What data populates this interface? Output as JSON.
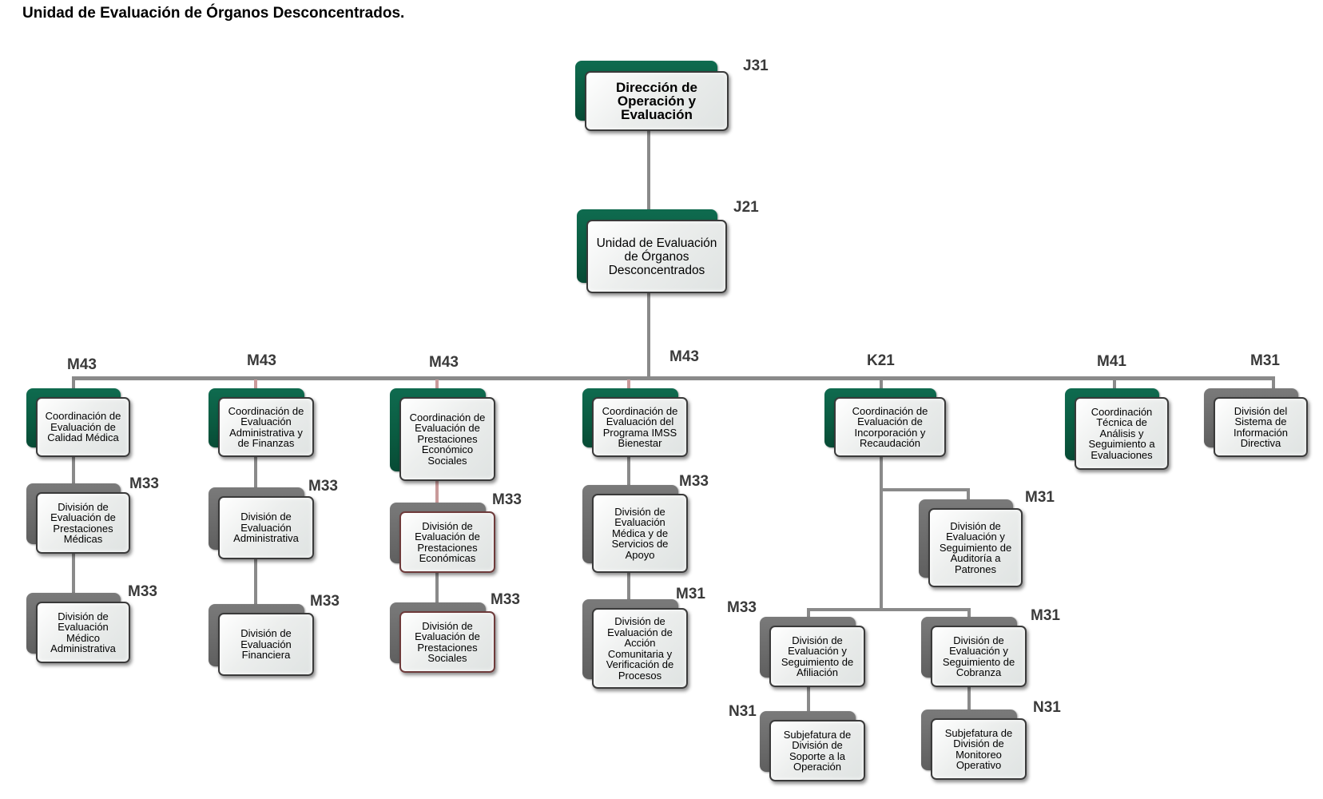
{
  "title": "Unidad de Evaluación de Órganos Desconcentrados.",
  "colors": {
    "green": "#0a5a40",
    "gray": "#6a6a6a",
    "line": "#8a8a8a"
  },
  "nodes": {
    "direccion": {
      "code": "J31",
      "label": "Dirección de Operación y Evaluación"
    },
    "unidad": {
      "code": "J21",
      "label": "Unidad de Evaluación de Órganos Desconcentrados"
    },
    "coord_calidad": {
      "code": "M43",
      "label": "Coordinación de Evaluación de Calidad Médica"
    },
    "div_prest_medicas": {
      "code": "M33",
      "label": "División de Evaluación de Prestaciones Médicas"
    },
    "div_medico_admin": {
      "code": "M33",
      "label": "División de Evaluación Médico Administrativa"
    },
    "coord_admin": {
      "code": "M43",
      "label": "Coordinación de Evaluación Administrativa y de Finanzas"
    },
    "div_admin": {
      "code": "M33",
      "label": "División de Evaluación Administrativa"
    },
    "div_financiera": {
      "code": "M33",
      "label": "División de Evaluación Financiera"
    },
    "coord_prest_econ": {
      "code": "M43",
      "label": "Coordinación de Evaluación de Prestaciones Económico Sociales"
    },
    "div_prest_econ": {
      "code": "M33",
      "label": "División de Evaluación de Prestaciones Económicas"
    },
    "div_prest_soc": {
      "code": "M33",
      "label": "División de Evaluación de Prestaciones Sociales"
    },
    "coord_bienestar": {
      "code": "M43",
      "label": "Coordinación de Evaluación del Programa IMSS Bienestar"
    },
    "div_medica_apoyo": {
      "code": "M33",
      "label": "División de Evaluación Médica y de Servicios de Apoyo"
    },
    "div_accion_com": {
      "code": "M31",
      "label": "División de Evaluación de Acción Comunitaria y Verificación de Procesos"
    },
    "coord_incorp": {
      "code": "K21",
      "label": "Coordinación de Evaluación de Incorporación y Recaudación"
    },
    "div_auditoria": {
      "code": "M31",
      "label": "División de Evaluación y Seguimiento de Auditoría a Patrones"
    },
    "div_afiliacion": {
      "code": "M33",
      "label": "División de Evaluación y Seguimiento de Afiliación"
    },
    "div_cobranza": {
      "code": "M31",
      "label": "División de Evaluación y Seguimiento de Cobranza"
    },
    "subj_soporte": {
      "code": "N31",
      "label": "Subjefatura de División de Soporte a la Operación"
    },
    "subj_monitoreo": {
      "code": "N31",
      "label": "Subjefatura de División  de Monitoreo Operativo"
    },
    "coord_tecnica": {
      "code": "M41",
      "label": "Coordinación Técnica de Análisis y Seguimiento a Evaluaciones"
    },
    "div_sistema": {
      "code": "M31",
      "label": "División del Sistema de Información Directiva"
    }
  }
}
